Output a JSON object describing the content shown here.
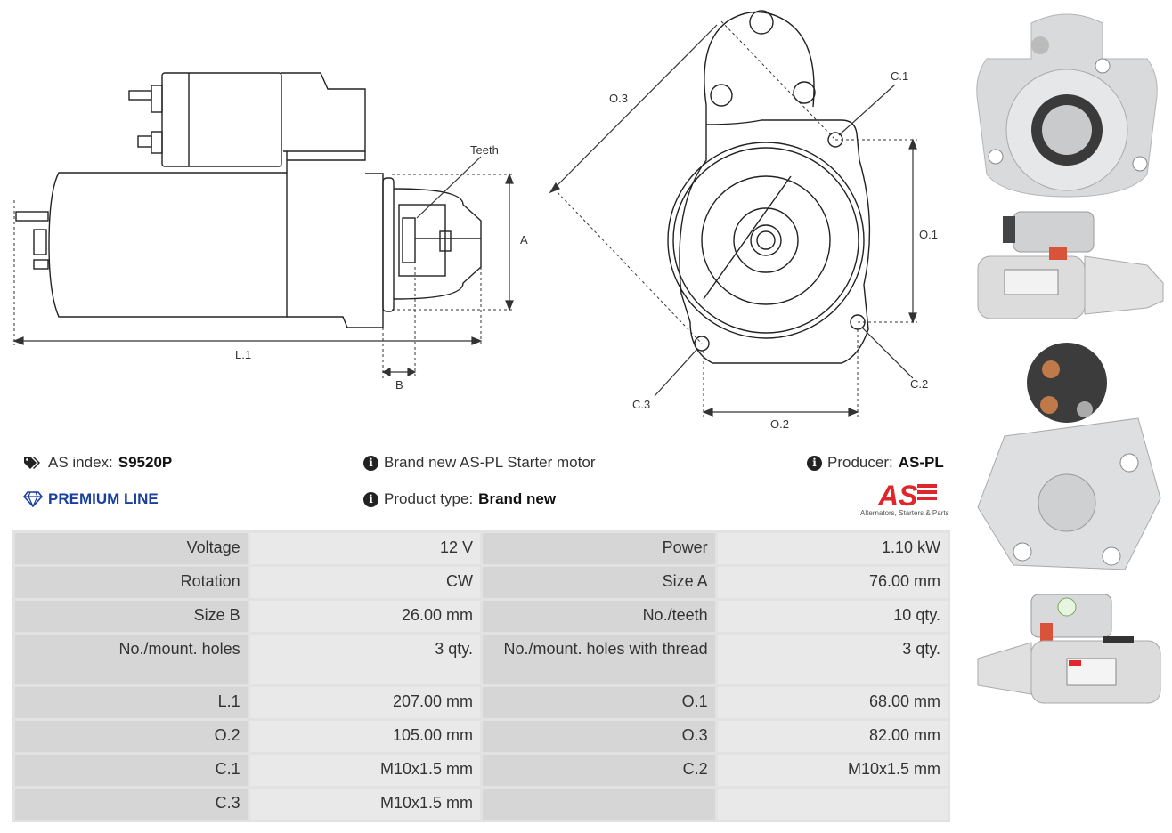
{
  "drawing": {
    "labels": {
      "teeth": "Teeth",
      "a": "A",
      "b": "B",
      "l1": "L.1",
      "o3": "O.3",
      "c1": "C.1",
      "o1": "O.1",
      "c2": "C.2",
      "c3": "C.3",
      "o2": "O.2"
    }
  },
  "info": {
    "as_index_label": "AS index:",
    "as_index_value": "S9520P",
    "premium": "PREMIUM LINE",
    "description": "Brand new AS-PL Starter motor",
    "product_type_label": "Product type:",
    "product_type_value": "Brand new",
    "producer_label": "Producer:",
    "producer_value": "AS-PL",
    "logo_text": "AS",
    "logo_tagline": "Alternators, Starters & Parts"
  },
  "specs": [
    [
      "Voltage",
      "12 V",
      "Power",
      "1.10 kW"
    ],
    [
      "Rotation",
      "CW",
      "Size A",
      "76.00 mm"
    ],
    [
      "Size B",
      "26.00 mm",
      "No./teeth",
      "10 qty."
    ],
    [
      "No./mount. holes",
      "3 qty.",
      "No./mount. holes with thread",
      "3 qty."
    ],
    [
      "L.1",
      "207.00 mm",
      "O.1",
      "68.00 mm"
    ],
    [
      "O.2",
      "105.00 mm",
      "O.3",
      "82.00 mm"
    ],
    [
      "C.1",
      "M10x1.5 mm",
      "C.2",
      "M10x1.5 mm"
    ],
    [
      "C.3",
      "M10x1.5 mm",
      "",
      ""
    ]
  ],
  "colors": {
    "premium": "#1a3f9c",
    "logo_red": "#e0262b",
    "table_key_bg": "#d6d6d6",
    "table_value_bg": "#e9e9e9"
  }
}
